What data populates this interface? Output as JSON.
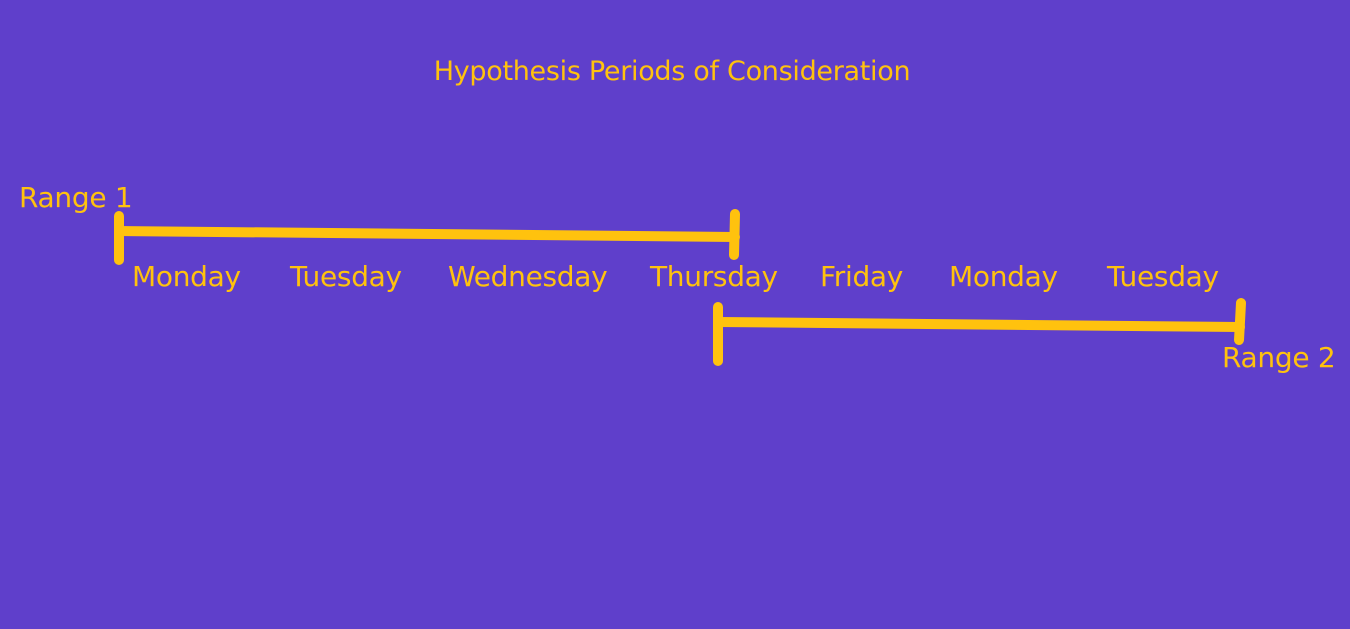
{
  "colors": {
    "background": "#5f3fcb",
    "accent": "#ffc20e"
  },
  "title": "Hypothesis Periods of Consideration",
  "timeline": {
    "days": [
      "Monday",
      "Tuesday",
      "Wednesday",
      "Thursday",
      "Friday",
      "Monday",
      "Tuesday"
    ]
  },
  "ranges": [
    {
      "label": "Range 1"
    },
    {
      "label": "Range 2"
    }
  ]
}
